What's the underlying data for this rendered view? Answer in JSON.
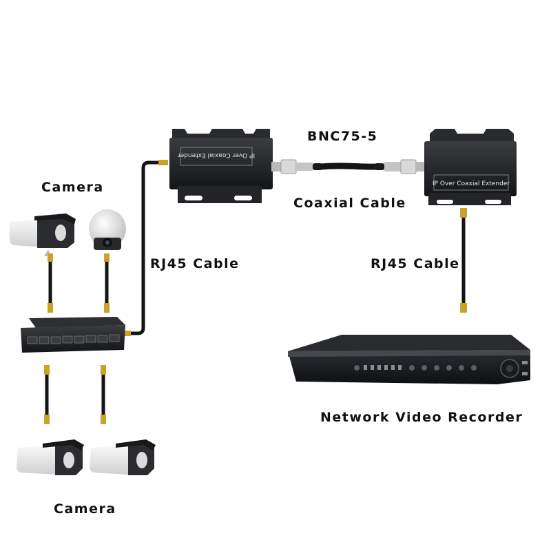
{
  "labels": {
    "bnc": "BNC75-5",
    "coax": "Coaxial Cable",
    "camera_top": "Camera",
    "camera_bottom": "Camera",
    "rj45_left": "RJ45 Cable",
    "rj45_right": "RJ45 Cable",
    "nvr": "Network Video Recorder"
  },
  "device_text": {
    "extender_left": "IP Over Coaxial Extender",
    "extender_right": "IP Over Coaxial Extender"
  },
  "colors": {
    "device": "#1e1f22",
    "cable": "#141414",
    "connector": "#c9a227",
    "camera_body": "#f2f2f2",
    "text": "#111111"
  }
}
